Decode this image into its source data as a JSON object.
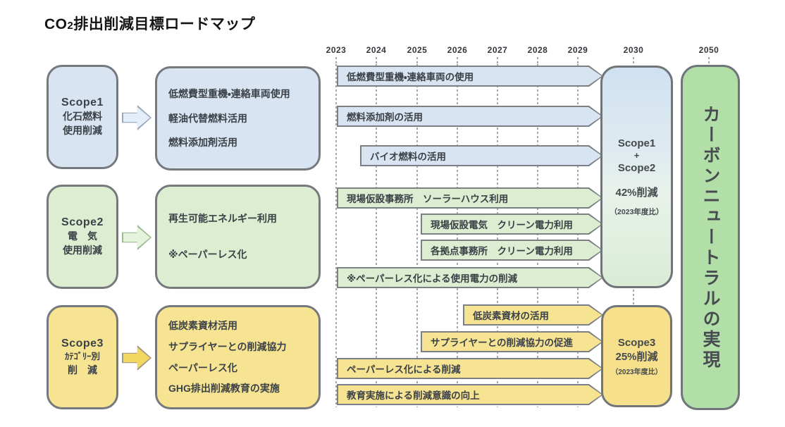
{
  "title": {
    "prefix": "CO",
    "sub": "2",
    "rest": "排出削減目標ロードマップ"
  },
  "scopes": [
    {
      "name": "Scope1",
      "lines": [
        "化石燃料",
        "使用削減"
      ],
      "measures": [
        "低燃費型重機・連絡車両使用",
        "軽油代替燃料活用",
        "燃料添加剤活用"
      ],
      "color": "#d8e4f2"
    },
    {
      "name": "Scope2",
      "lines": [
        "電　気",
        "使用削減"
      ],
      "measures": [
        "再生可能エネルギー利用",
        "※ペーパーレス化"
      ],
      "color": "#dcedd2"
    },
    {
      "name": "Scope3",
      "lines": [
        "ｶﾃｺﾞﾘｰ別",
        "削　減"
      ],
      "measures": [
        "低炭素資材活用",
        "サプライヤーとの削減協力",
        "ペーパーレス化",
        "GHG排出削減教育の実施"
      ],
      "color": "#f6e493"
    }
  ],
  "timeline": {
    "years": [
      "2023",
      "2024",
      "2025",
      "2026",
      "2027",
      "2028",
      "2029",
      "2030",
      "2050"
    ]
  },
  "roadmap": {
    "rows": [
      {
        "label": "低燃費型重機・連絡車両の使用",
        "group": "scope1",
        "start": "2023",
        "end": "2030"
      },
      {
        "label": "燃料添加剤の活用",
        "group": "scope1",
        "start": "2023",
        "end": "2030"
      },
      {
        "label": "バイオ燃料の活用",
        "group": "scope1",
        "start": "2024",
        "end": "2030"
      },
      {
        "label": "現場仮設事務所　ソーラーハウス利用",
        "group": "scope2",
        "start": "2023",
        "end": "2030"
      },
      {
        "label": "現場仮設電気　クリーン電力利用",
        "group": "scope2",
        "start": "2025",
        "end": "2030"
      },
      {
        "label": "各拠点事務所　クリーン電力利用",
        "group": "scope2",
        "start": "2025",
        "end": "2030"
      },
      {
        "label": "※ペーパーレス化による使用電力の削減",
        "group": "scope2",
        "start": "2023",
        "end": "2030"
      },
      {
        "label": "低炭素資材の活用",
        "group": "scope3",
        "start": "2026",
        "end": "2030"
      },
      {
        "label": "サプライヤーとの削減協力の促進",
        "group": "scope3",
        "start": "2025",
        "end": "2030"
      },
      {
        "label": "ペーパーレス化による削減",
        "group": "scope3",
        "start": "2023",
        "end": "2030"
      },
      {
        "label": "教育実施による削減意識の向上",
        "group": "scope3",
        "start": "2023",
        "end": "2030"
      }
    ]
  },
  "results": {
    "scope12": {
      "line1": "Scope1",
      "plus": "+",
      "line2": "Scope2",
      "target": "42%削減",
      "basis": "（2023年度比）"
    },
    "scope3": {
      "name": "Scope3",
      "target": "25%削減",
      "basis": "（2023年度比）"
    },
    "goal": {
      "label": "カーボンニュートラルの実現"
    }
  },
  "colors": {
    "scope1_blue": "#d8e4f2",
    "scope2_green": "#dcedd2",
    "scope3_yellow": "#f6e493",
    "goal_green": "#b2dfa8",
    "border_gray": "#75797d",
    "text_dark": "#3c4147"
  }
}
